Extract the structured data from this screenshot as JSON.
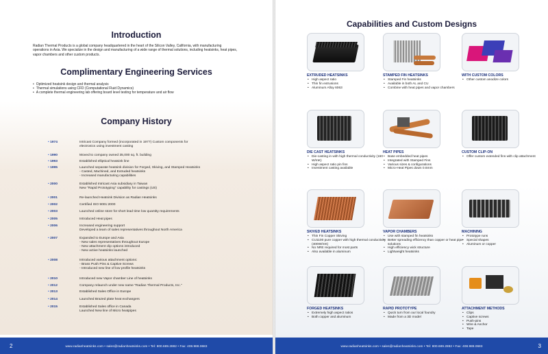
{
  "left": {
    "intro_title": "Introduction",
    "intro_text": "Radian Thermal Products is a global company headquartered in the heart of the Silicon Valley, California, with manufacturing operations in Asia. We specialize in the design and manufacturing of a wide range of thermal solutions, including heatsinks, heat pipes, vapor chambers and other custom products.",
    "services_title": "Complimentary Engineering Services",
    "services": [
      "Optimized heatsink design and thermal analysis",
      "Thermal simulations using CFD (Computational Fluid Dynamics)",
      "A complete thermal engineering lab offering board level testing for temperature and air flow"
    ],
    "history_title": "Company History",
    "history": [
      {
        "year": "1974",
        "text": "Intricast Company formed (incorporated in 1977) Custom components for\nelectronics using investment casting"
      },
      {
        "year": "1990",
        "text": "Moved to company owned 35,000 sq. ft. building"
      },
      {
        "year": "1993",
        "text": "Established elliptical heatsink line"
      },
      {
        "year": "1995",
        "text": "Launched separate heatsink division for Forged, Skiving, and Stamped Heatsinks\n- Casted, Machined, and Extruded heatsinks\n- Increased manufacturing capabilities"
      },
      {
        "year": "2000",
        "text": "Established Intricast Asia subsidiary in Taiwan\nNew \"Rapid Prototyping\" capability for castings (US)"
      },
      {
        "year": "2001",
        "text": "Re-launched Heatsink Division as Radian Heatsinks"
      },
      {
        "year": "2002",
        "text": "Certified ISO 9001:2000"
      },
      {
        "year": "2003",
        "text": "Launched online store for short lead time low quantity requirements"
      },
      {
        "year": "2005",
        "text": "Introduced Heat pipes"
      },
      {
        "year": "2006",
        "text": "Increased engineering support\nDeveloped a team of sales representatives throughout North America"
      },
      {
        "year": "2007",
        "text": "Expanded to Europe and Asia\n- New sales representatives throughout Europe\n- New attachment clip options introduced\n- New active heatsinks launched"
      },
      {
        "year": "2008",
        "text": "Introduced various attachment options:\n- Brass Push Pins & Captive Screws\n- Introduced new line of low profile heatsinks"
      },
      {
        "year": "2010",
        "text": "Introduced new Vapor chamber Line of heatsinks"
      },
      {
        "year": "2012",
        "text": "Company relaunch under new name \"Radian Thermal Products, Inc.\""
      },
      {
        "year": "2013",
        "text": "Established Sales Office in Europe"
      },
      {
        "year": "2014",
        "text": "Launched Brazed plate heat exchangers"
      },
      {
        "year": "2015",
        "text": "Established Sales office in Canada\nLaunched New line of Micro heatpipes"
      }
    ],
    "page_number": "2"
  },
  "right": {
    "title": "Capabilities and Custom Designs",
    "products": [
      {
        "title": "EXTRUDED HEATSINKS",
        "bullets": [
          "High aspect ratio",
          "Thin fin extrusions",
          "Aluminum Alloy 6063"
        ]
      },
      {
        "title": "STAMPED FIN HEATSINKS",
        "bullets": [
          "Stamped Fin heatsinks",
          "Available in both AL and CU",
          "Combine with heat pipes and vapor chambers"
        ]
      },
      {
        "title": "WITH CUSTOM COLORS",
        "bullets": [
          "Other custom anodize colors"
        ]
      },
      {
        "title": "DIE CAST HEATSINKS",
        "bullets": [
          "Die-casting in with high thermal conductivity (160 W/mK)",
          "High aspect ratio pin fins",
          "Investment casting available"
        ]
      },
      {
        "title": "HEAT PIPES",
        "bullets": [
          "Base embedded heat pipes",
          "Integrated with Stamped Fins",
          "Various sizes & configurations",
          "Micro-Heat Pipes down 0.6mm"
        ]
      },
      {
        "title": "CUSTOM CLIP-ON",
        "bullets": [
          "Offer custom extended fins with clip attachment"
        ]
      },
      {
        "title": "SKIVED HEATSINKS",
        "bullets": [
          "Thin Fin Copper Skiving",
          "CU1100 pure copper with high thermal conductivity (400W/mK)",
          "No NRE required for most parts",
          "Also available in aluminum"
        ]
      },
      {
        "title": "VAPOR CHAMBERS",
        "bullets": [
          "Use with stamped fin heatsinks",
          "Better spreading efficiency than copper or heat pipe solutions",
          "High efficiency wick structure",
          "Lightweight heatsinks"
        ]
      },
      {
        "title": "MACHINING",
        "bullets": [
          "Prototype runs",
          "Special shapes",
          "Aluminum or copper"
        ]
      },
      {
        "title": "FORGED HEATSINKS",
        "bullets": [
          "Extremely high aspect ratios",
          "Both copper and aluminum"
        ]
      },
      {
        "title": "RAPID PROTOTYPE",
        "bullets": [
          "Quick turn from our local foundry",
          "Made from a 3D model"
        ]
      },
      {
        "title": "ATTACHMENT METHODS",
        "bullets": [
          "Clips",
          "Captive screws",
          "Push-pins",
          "Wire & Anchor",
          "Tape"
        ]
      }
    ],
    "page_number": "3"
  },
  "footer": {
    "contact": "www.radianheatsinks.com  •  sales@radianheatsinks.com  •  Tel: 800.689.2882  •  Fax: 408.988.0683"
  },
  "colors": {
    "brand_blue": "#1f4aa8",
    "title_navy": "#1b1b3a",
    "caption_blue": "#1a2f7a"
  }
}
